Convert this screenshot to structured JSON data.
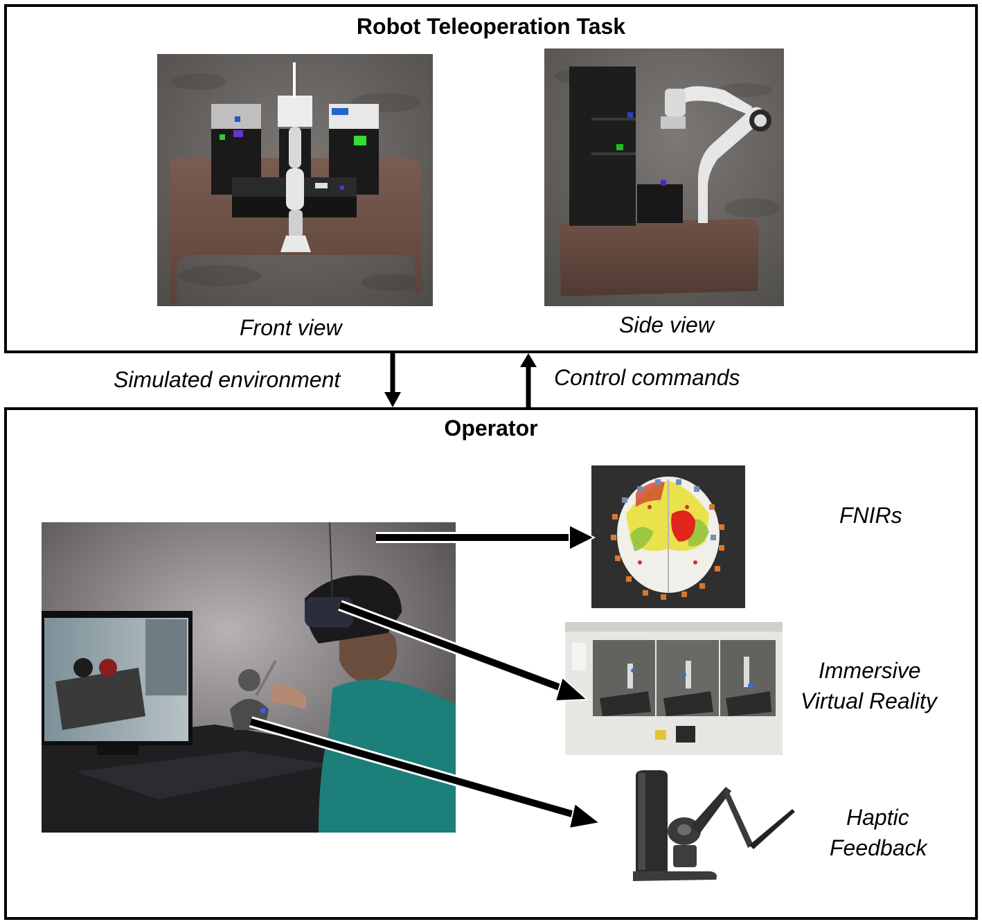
{
  "top": {
    "title": "Robot Teleoperation Task",
    "front_caption": "Front view",
    "side_caption": "Side view"
  },
  "flow": {
    "down_label": "Simulated environment",
    "up_label": "Control commands"
  },
  "bottom": {
    "title": "Operator",
    "labels": {
      "fnirs": "FNIRs",
      "vr_line1": "Immersive",
      "vr_line2": "Virtual Reality",
      "haptic_line1": "Haptic",
      "haptic_line2": "Feedback"
    }
  },
  "colors": {
    "border": "#000000",
    "terrain": "#6e6a66",
    "table": "#6b4f45",
    "brain_bg": "#2f2f2f"
  }
}
